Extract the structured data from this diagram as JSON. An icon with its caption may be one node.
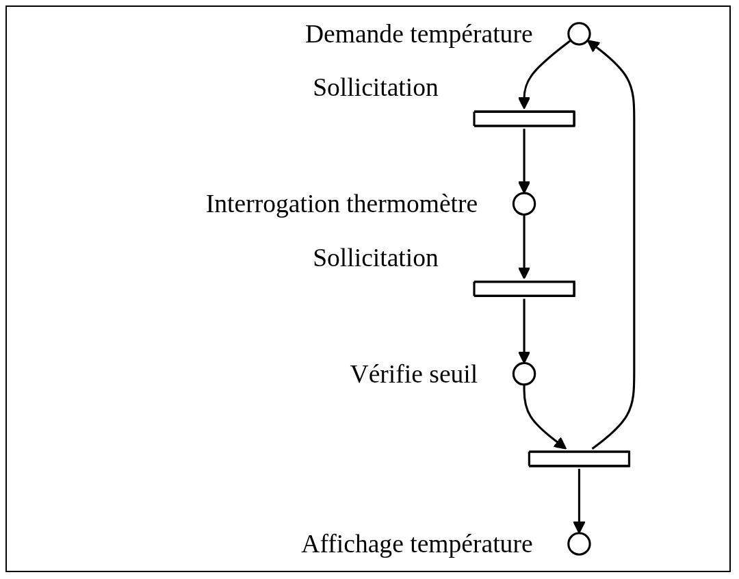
{
  "diagram": {
    "nodes": [
      {
        "text": [],
        "shape": "circle",
        "beside": [
          "Demande température"
        ]
      },
      {
        "text": [],
        "shape": "bar",
        "beside": [
          "Sollicitation"
        ]
      },
      {
        "text": [],
        "shape": "circle",
        "beside": [
          "Interrogation thermomètre"
        ]
      },
      {
        "text": [],
        "shape": "bar",
        "beside": [
          "Sollicitation"
        ]
      },
      {
        "text": [],
        "shape": "circle",
        "beside": [
          "Vérifie seuil"
        ]
      },
      {
        "text": [],
        "shape": "bar"
      },
      {
        "text": [],
        "shape": "circle",
        "beside": [
          "Affichage température"
        ]
      }
    ],
    "edges": [
      {
        "from": 0,
        "to": 1,
        "arrow": "to"
      },
      {
        "from": 1,
        "to": 2,
        "arrow": "to"
      },
      {
        "from": 2,
        "to": 3,
        "arrow": "to"
      },
      {
        "from": 3,
        "to": 4,
        "arrow": "to"
      },
      {
        "from": 4,
        "to": 5,
        "arrow": "to"
      },
      {
        "from": 5,
        "to": 0,
        "arrow": "to"
      },
      {
        "from": 5,
        "to": 6,
        "arrow": "to"
      }
    ]
  }
}
